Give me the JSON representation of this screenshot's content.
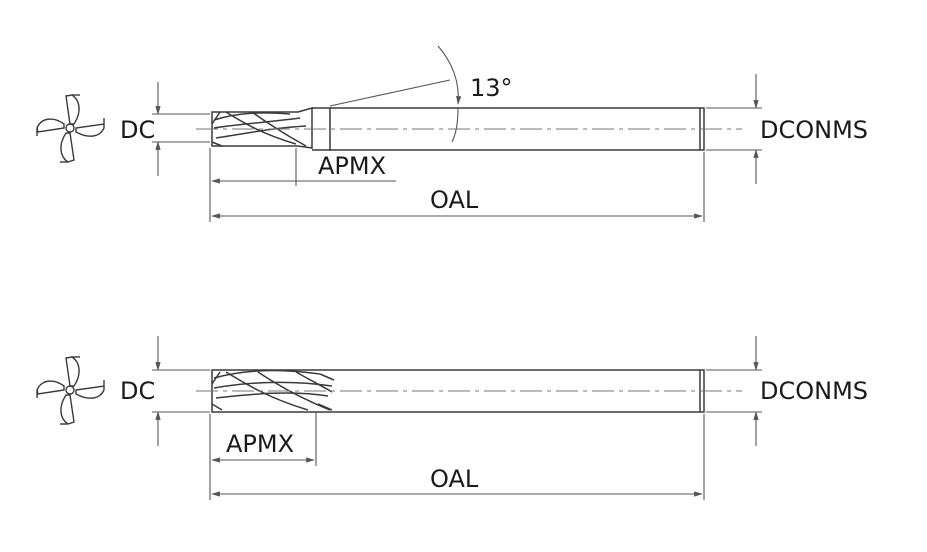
{
  "drawings": [
    {
      "dc_label": "DC",
      "dconms_label": "DCONMS",
      "apmx_label": "APMX",
      "oal_label": "OAL",
      "angle_label": "13°"
    },
    {
      "dc_label": "DC",
      "dconms_label": "DCONMS",
      "apmx_label": "APMX",
      "oal_label": "OAL"
    }
  ],
  "colors": {
    "line": "#3a3a3a",
    "dim_line": "#555555",
    "center_line": "#777777"
  }
}
